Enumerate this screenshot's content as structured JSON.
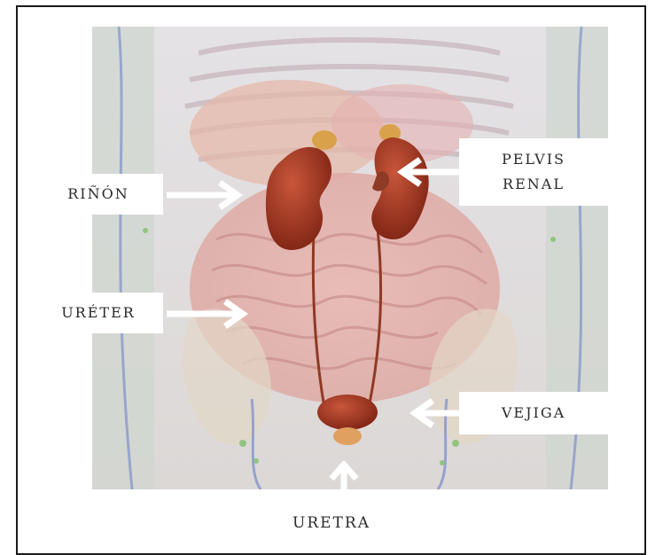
{
  "labels": {
    "rinon": "RIÑÓN",
    "pelvis_renal_line1": "PELVIS",
    "pelvis_renal_line2": "RENAL",
    "ureter": "URÉTER",
    "vejiga": "VEJIGA",
    "uretra": "URETRA"
  },
  "colors": {
    "kidney": "#a3321f",
    "kidney_highlight": "#c8563a",
    "adrenal": "#d9a24a",
    "tissue": "#e8b9b4",
    "background_tissue": "#d6dbe6",
    "vein": "#6e86c7",
    "arrow": "#ffffff"
  }
}
